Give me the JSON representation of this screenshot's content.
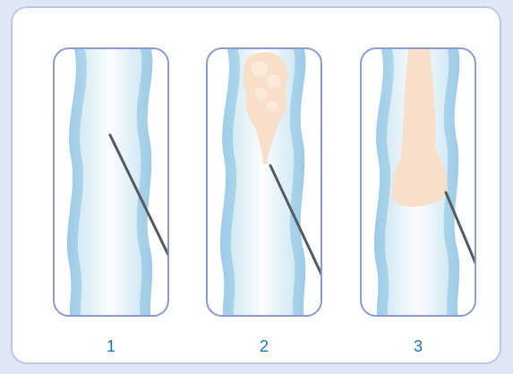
{
  "figure": {
    "panels": [
      {
        "label": "1",
        "stage": "needle-in-vein"
      },
      {
        "label": "2",
        "stage": "foam-injected"
      },
      {
        "label": "3",
        "stage": "foam-filled"
      }
    ]
  },
  "colors": {
    "background": "#dfe7f6",
    "card_border": "#b9c9ea",
    "panel_border": "#8a9bd1",
    "vein_wall": "#a9d3ea",
    "vein_lumen": "#eef6fb",
    "foam": "#f8dfc9",
    "needle": "#555a60",
    "label": "#1c76b3"
  }
}
